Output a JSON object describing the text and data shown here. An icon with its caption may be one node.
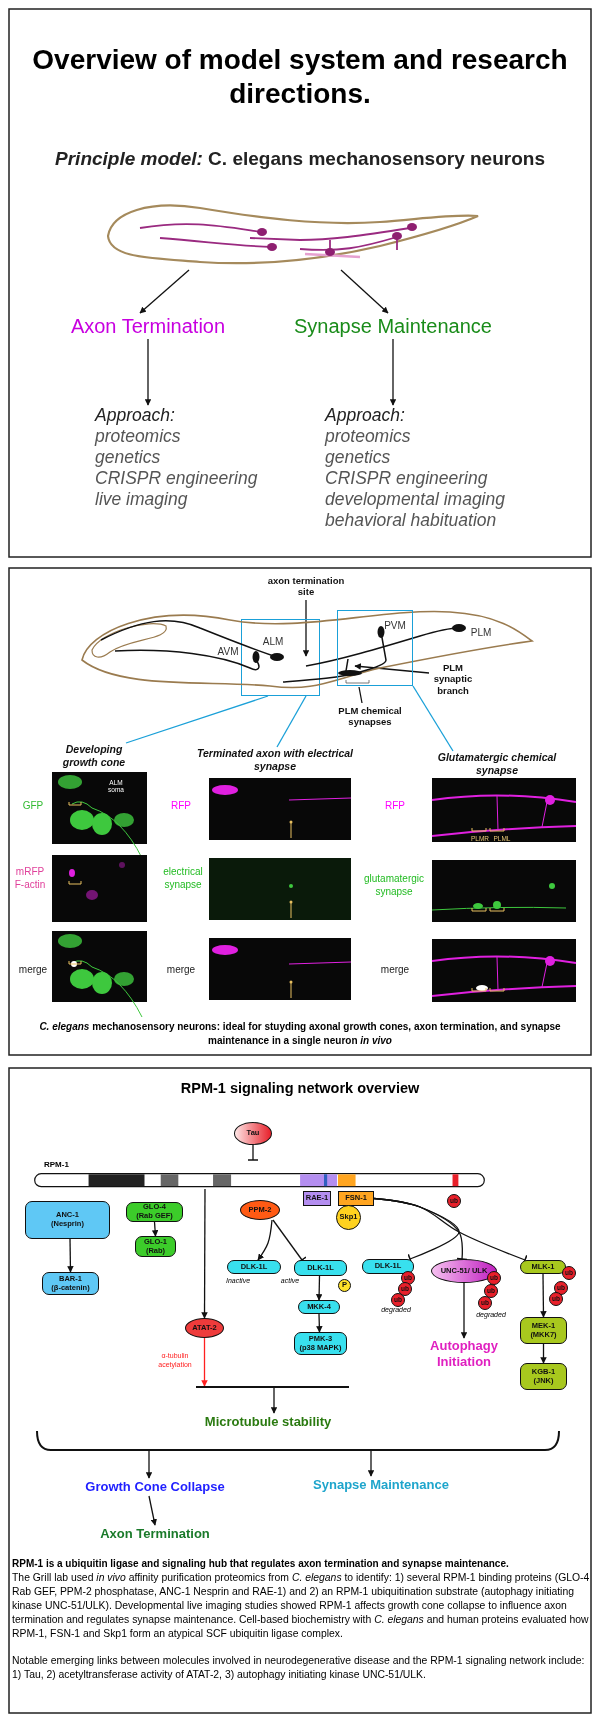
{
  "diagram": {
    "title": "Overview of model system and research directions.",
    "nodes": [
      {
        "text": [],
        "shape": "picture"
      },
      {
        "text": [
          "Axon Termination"
        ]
      },
      {
        "text": [
          "Synapse Maintenance"
        ]
      },
      {
        "text": [
          "Approach:",
          "proteomics",
          "genetics",
          "CRISPR engineering",
          "live imaging"
        ]
      },
      {
        "text": [
          "Approach:",
          "proteomics",
          "genetics",
          "CRISPR engineering",
          "developmental imaging",
          "behavioral habituation"
        ]
      },
      {
        "text": [
          "axon termination site"
        ]
      },
      {
        "text": [
          "PLM synaptic branch"
        ]
      },
      {
        "text": [
          "PLM chemical synapses"
        ]
      },
      {
        "text": [
          "Tau"
        ]
      },
      {
        "text": [
          "RPM-1"
        ]
      },
      {
        "text": [
          "RAE-1"
        ]
      },
      {
        "text": [
          "FSN-1"
        ]
      },
      {
        "text": [
          "Skp1"
        ]
      },
      {
        "text": [
          "ub"
        ]
      },
      {
        "text": [
          "ANC-1",
          "(Nesprin)"
        ]
      },
      {
        "text": [
          "GLO-4",
          "(Rab GEF)"
        ]
      },
      {
        "text": [
          "GLO-1",
          "(Rab)"
        ]
      },
      {
        "text": [
          "PPM-2"
        ]
      },
      {
        "text": [
          "BAR-1",
          "(β-catenin)"
        ]
      },
      {
        "text": [
          "DLK-1L"
        ],
        "beside": [
          "Inactive"
        ]
      },
      {
        "text": [
          "DLK-1L"
        ],
        "beside": [
          "active"
        ]
      },
      {
        "text": [
          "P"
        ]
      },
      {
        "text": [
          "DLK-1L"
        ]
      },
      {
        "text": [
          "ub"
        ]
      },
      {
        "text": [
          "ub"
        ]
      },
      {
        "text": [
          "ub"
        ]
      },
      {
        "text": [
          "UNC-51/ ULK"
        ]
      },
      {
        "text": [
          "ub"
        ]
      },
      {
        "text": [
          "ub"
        ]
      },
      {
        "text": [
          "ub"
        ]
      },
      {
        "text": [
          "MLK-1"
        ]
      },
      {
        "text": [
          "ub"
        ]
      },
      {
        "text": [
          "ub"
        ]
      },
      {
        "text": [
          "ub"
        ]
      },
      {
        "text": [
          "MKK-4"
        ]
      },
      {
        "text": [
          "PMK-3",
          "(p38 MAPK)"
        ]
      },
      {
        "text": [
          "Autophagy Initiation"
        ]
      },
      {
        "text": [
          "MEK-1",
          "(MKK7)"
        ]
      },
      {
        "text": [
          "KGB-1",
          "(JNK)"
        ]
      },
      {
        "text": [
          "ATAT-2"
        ]
      },
      {
        "text": [],
        "shape": "bar"
      },
      {
        "text": [
          "Microtubule stability"
        ]
      },
      {
        "text": [],
        "shape": "brace"
      },
      {
        "text": [
          "Growth Cone Collapse"
        ]
      },
      {
        "text": [
          "Synapse Maintenance"
        ]
      },
      {
        "text": [
          "Axon Termination"
        ]
      },
      {
        "text": [],
        "shape": "box"
      },
      {
        "text": [],
        "shape": "box",
        "in": 51
      },
      {
        "text": [
          "Developing growth cone"
        ]
      },
      {
        "text": [
          "Terminated axon with electrical synapse"
        ]
      },
      {
        "text": [
          "Glutamatergic chemical synapse"
        ]
      },
      {
        "text": [],
        "shape": "picture"
      }
    ],
    "edges": [
      {
        "from": 0,
        "to": 1,
        "arrow": "to"
      },
      {
        "from": 0,
        "to": 2,
        "arrow": "to"
      },
      {
        "from": 1,
        "to": 3,
        "arrow": "to"
      },
      {
        "from": 2,
        "to": 4,
        "arrow": "to"
      },
      {
        "from": 5,
        "to": 51,
        "arrow": "to"
      },
      {
        "from": 6,
        "to": 51,
        "arrow": "to"
      },
      {
        "from": 7,
        "to": 51,
        "arrow": "none"
      },
      {
        "from": 8,
        "to": 9,
        "arrow": "other"
      },
      {
        "from": 14,
        "to": 18,
        "arrow": "to"
      },
      {
        "from": 15,
        "to": 16,
        "arrow": "to"
      },
      {
        "from": 9,
        "to": 39,
        "arrow": "to"
      },
      {
        "from": 17,
        "to": 19,
        "arrow": "to"
      },
      {
        "from": 17,
        "to": 20,
        "arrow": "other"
      },
      {
        "from": 11,
        "to": 22,
        "arrow": "other"
      },
      {
        "from": 11,
        "to": 26,
        "arrow": "other"
      },
      {
        "from": 11,
        "to": 30,
        "arrow": "other"
      },
      {
        "from": 20,
        "to": 34,
        "arrow": "to"
      },
      {
        "from": 34,
        "to": 35,
        "arrow": "to"
      },
      {
        "from": 26,
        "to": 36,
        "arrow": "to"
      },
      {
        "from": 30,
        "to": 37,
        "arrow": "to"
      },
      {
        "from": 37,
        "to": 38,
        "arrow": "to"
      },
      {
        "from": 39,
        "to": 40,
        "arrow": "to",
        "label": "α-tubulin acetylation",
        "color": "#ff2020"
      },
      {
        "from": 40,
        "to": 41,
        "arrow": "to"
      },
      {
        "from": 42,
        "to": 43,
        "arrow": "to"
      },
      {
        "from": 42,
        "to": 44,
        "arrow": "to"
      },
      {
        "from": 43,
        "to": 45,
        "arrow": "to"
      },
      {
        "from": 46,
        "to": 48,
        "arrow": "none",
        "color": "#1aa0d8"
      },
      {
        "from": 46,
        "to": 49,
        "arrow": "none",
        "color": "#1aa0d8"
      },
      {
        "from": 47,
        "to": 50,
        "arrow": "none",
        "color": "#1aa0d8"
      }
    ],
    "labels": [
      "*Principle model:* C. elegans mechanosensory neurons",
      "AVM",
      "ALM",
      "PVM",
      "PLM",
      "ALM soma",
      "GFP",
      "RFP",
      "RFP",
      "PLMR",
      "PLML",
      "mRFP F-actin",
      "electrical synapse",
      "glutamatergic synapse",
      "merge",
      "merge",
      "merge",
      "*C. elegans* mechanosensory neurons: ideal for stuyding axonal growth cones, axon termination, and synapse maintenance in a single neuron *in vivo*",
      "RPM-1 signaling network overview",
      "degraded",
      "degraded",
      "RPM-1 is a ubiquitin ligase and signaling hub that regulates axon termination and synapse maintenance.",
      "The Grill lab used *in vivo* affinity purification proteomics from *C. elegans* to identify: 1) several RPM-1 binding proteins (GLO-4 Rab GEF, PPM-2 phosphatase, ANC-1 Nesprin and RAE-1) and 2) an RPM-1 ubiquitination substrate (autophagy initiating kinase UNC-51/ULK). Developmental live imaging studies showed RPM-1 affects growth cone collapse to influence axon termination and regulates synapse maintenance. Cell-based biochemistry with *C. elegans* and human proteins evaluated how RPM-1, FSN-1 and Skp1 form an atypical SCF ubiquitin ligase complex.",
      "Notable emerging links between molecules involved in neurodegenerative disease and the RPM-1 signaling network include: 1) Tau, 2) acetyltransferase activity of ATAT-2, 3) autophagy initiating kinase UNC-51/ULK."
    ]
  }
}
